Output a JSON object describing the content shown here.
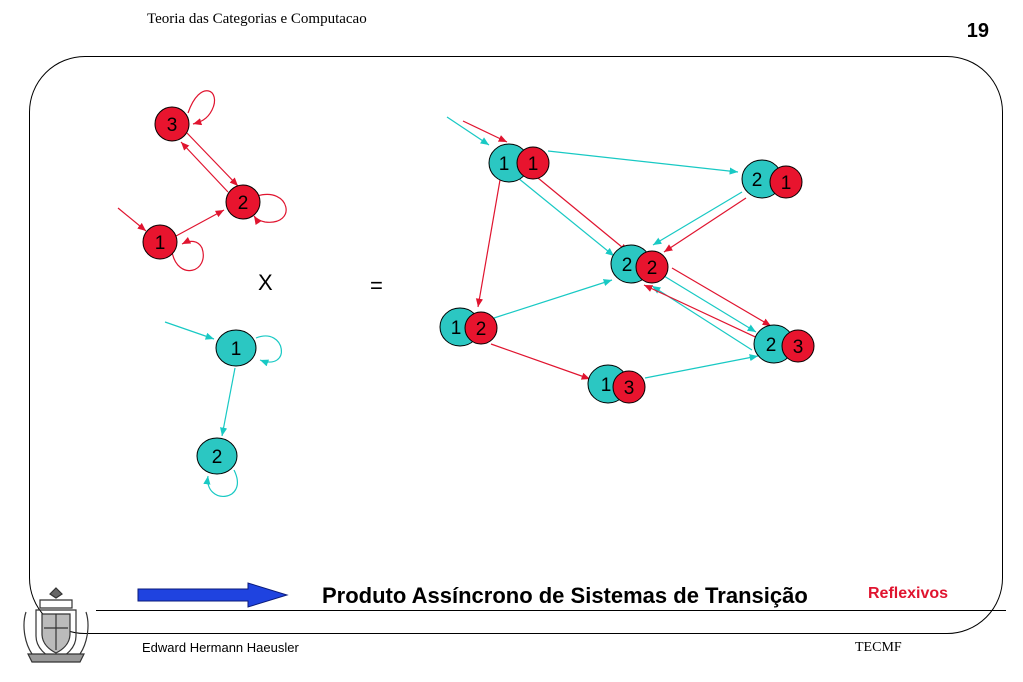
{
  "header": {
    "title": "Teoria das Categorias e Computacao",
    "page_number": "19"
  },
  "diagram": {
    "operator_times": "X",
    "operator_equals": "=",
    "colors": {
      "red": "#e0142f",
      "cyan": "#18c9c4",
      "cyan_fill": "#2bc7c2",
      "red_fill": "#e8142e"
    },
    "left_top_states": [
      "3",
      "2",
      "1"
    ],
    "left_bottom_states": [
      "1",
      "2"
    ],
    "product_states": [
      {
        "left": "1",
        "right": "1"
      },
      {
        "left": "2",
        "right": "1"
      },
      {
        "left": "2",
        "right": "2"
      },
      {
        "left": "1",
        "right": "2"
      },
      {
        "left": "2",
        "right": "3"
      },
      {
        "left": "1",
        "right": "3"
      }
    ]
  },
  "caption": {
    "main": "Produto Assíncrono  de   Sistemas de Transição",
    "overlay": "Reflexivos"
  },
  "footer": {
    "author": "Edward  Hermann  Haeusler",
    "right": "TECMF"
  }
}
